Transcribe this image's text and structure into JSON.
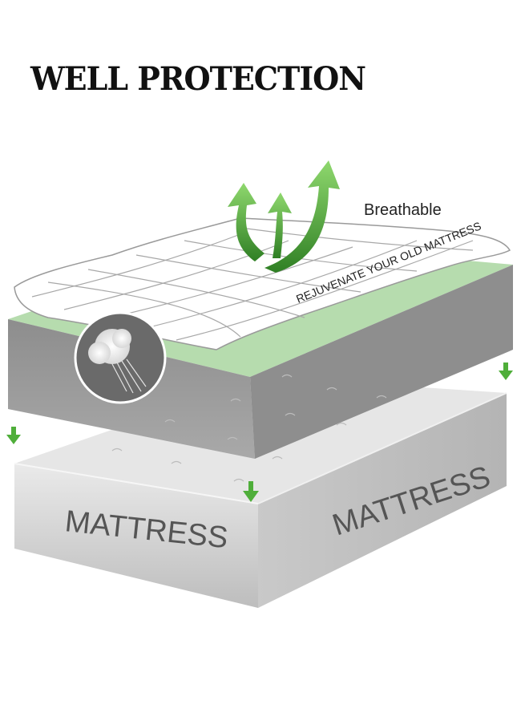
{
  "title": "WELL PROTECTION",
  "callouts": {
    "breathable": "Breathable",
    "rejuvenate": "REJUVENATE YOUR OLD MATTRESS"
  },
  "mattress_labels": {
    "front": "MATTRESS",
    "side": "MATTRESS"
  },
  "colors": {
    "accent_green": "#4fae3a",
    "topper_green": "#b6dcae",
    "mattress_gray": "#9a9a9a"
  }
}
